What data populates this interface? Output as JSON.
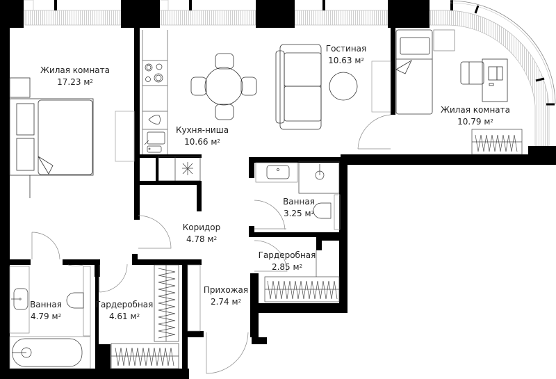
{
  "plan": {
    "type": "apartment-floor-plan",
    "wall_color": "#000000",
    "line_color": "#555555",
    "background": "#ffffff",
    "area_unit": "м",
    "area_unit_sup": "2"
  },
  "rooms": [
    {
      "id": "living-room-1",
      "name": "Жилая комната",
      "area": "17.23"
    },
    {
      "id": "kitchen-niche",
      "name": "Кухня-ниша",
      "area": "10.66"
    },
    {
      "id": "living-room-guest",
      "name": "Гостиная",
      "area": "10.63"
    },
    {
      "id": "living-room-2",
      "name": "Жилая комната",
      "area": "10.79"
    },
    {
      "id": "bathroom-2",
      "name": "Ванная",
      "area": "3.25"
    },
    {
      "id": "corridor",
      "name": "Коридор",
      "area": "4.78"
    },
    {
      "id": "wardrobe-2",
      "name": "Гардеробная",
      "area": "2.85"
    },
    {
      "id": "bathroom-1",
      "name": "Ванная",
      "area": "4.79"
    },
    {
      "id": "wardrobe-1",
      "name": "Гардеробная",
      "area": "4.61"
    },
    {
      "id": "hallway",
      "name": "Прихожая",
      "area": "2.74"
    }
  ]
}
